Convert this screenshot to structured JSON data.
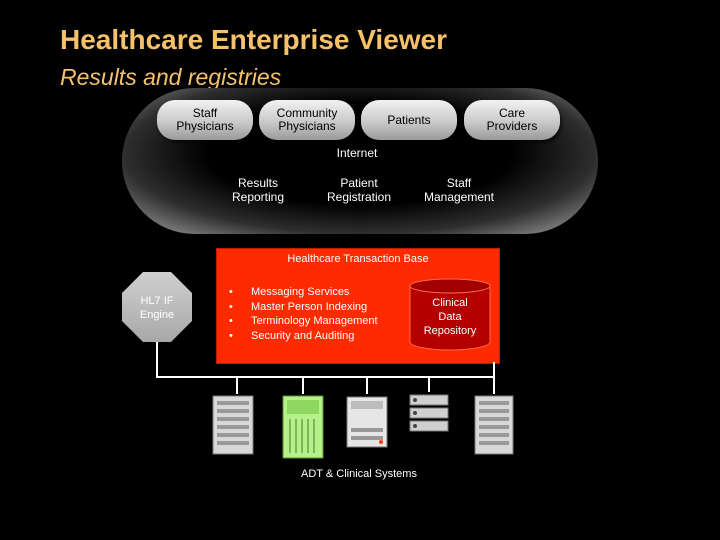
{
  "header": {
    "title": "Healthcare Enterprise Viewer",
    "subtitle": "Results and registries"
  },
  "users": [
    {
      "label": "Staff\nPhysicians"
    },
    {
      "label": "Community\nPhysicians"
    },
    {
      "label": "Patients"
    },
    {
      "label": "Care\nProviders"
    }
  ],
  "internet_label": "Internet",
  "apps": [
    {
      "label": "Results\nReporting"
    },
    {
      "label": "Patient\nRegistration"
    },
    {
      "label": "Staff\nManagement"
    }
  ],
  "base": {
    "title": "Healthcare Transaction Base",
    "services": [
      "Messaging Services",
      "Master Person Indexing",
      "Terminology Management",
      "Security and Auditing"
    ],
    "bullet": "•",
    "repository": "Clinical\nData\nRepository"
  },
  "engine_label": "HL7 IF\nEngine",
  "systems_label": "ADT & Clinical Systems",
  "colors": {
    "title": "#f5c26b",
    "base": "#ff2a00",
    "repository": "#b40000"
  },
  "icons": [
    "server-tower-icon",
    "cabinet-icon",
    "printer-server-icon",
    "rack-units-icon",
    "server-tower-icon"
  ]
}
